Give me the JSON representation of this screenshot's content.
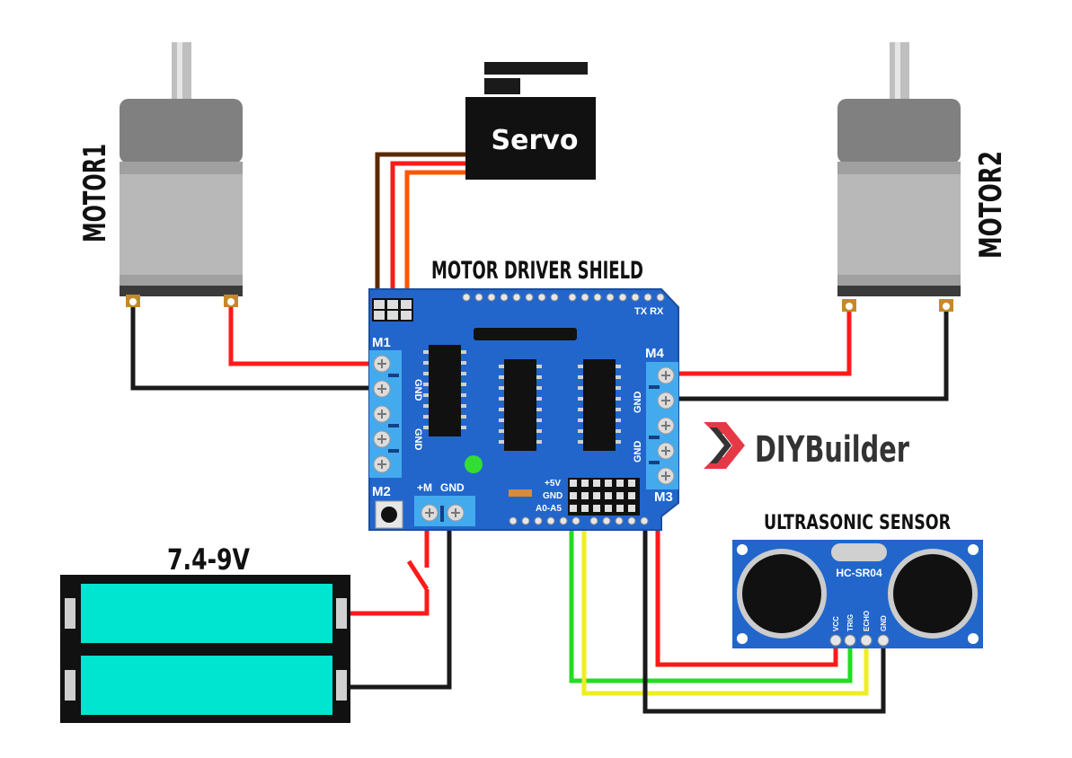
{
  "labels": {
    "motor1": "MOTOR1",
    "motor2": "MOTOR2",
    "servo": "Servo",
    "shield_title": "MOTOR DRIVER SHIELD",
    "battery": "7.4-9V",
    "ultrasonic_title": "ULTRASONIC SENSOR",
    "sensor_model": "HC-SR04",
    "brand": "DIYBuilder"
  },
  "shield": {
    "m1": "M1",
    "m2": "M2",
    "m3": "M3",
    "m4": "M4",
    "gnd": "GND",
    "plus_m": "+M",
    "txrx": "TX RX",
    "plus5v": "+5V",
    "a0a5": "A0-A5"
  },
  "sensor_pins": [
    "VCC",
    "TRIG",
    "ECHO",
    "GND"
  ],
  "colors": {
    "shield_blue": "#2266cc",
    "terminal_blue": "#44aaee",
    "battery_cyan": "#00e5d0",
    "wire_red": "#ff1a1a",
    "wire_black": "#1a1a1a",
    "wire_green": "#22dd22",
    "wire_yellow": "#eeee22",
    "wire_brown": "#5a2a00",
    "wire_orange": "#ff5500",
    "brand_red": "#e53946",
    "led_green": "#33dd33"
  }
}
